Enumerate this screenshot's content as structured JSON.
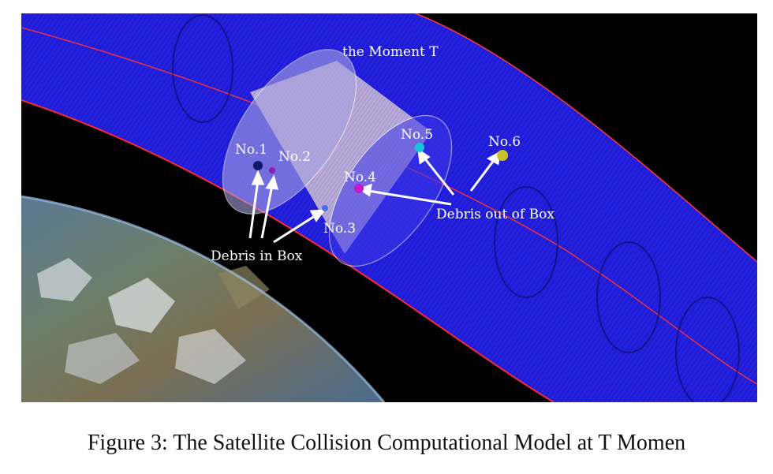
{
  "figure": {
    "top_label": "the Moment T",
    "debris": [
      {
        "id": "No.1",
        "label": "No.1",
        "color": "#0c1a6b",
        "in_box": true
      },
      {
        "id": "No.2",
        "label": "No.2",
        "color": "#8a1fb0",
        "in_box": true
      },
      {
        "id": "No.3",
        "label": "No.3",
        "color": "#4a6fe0",
        "in_box": true
      },
      {
        "id": "No.4",
        "label": "No.4",
        "color": "#c31bc8",
        "in_box": false
      },
      {
        "id": "No.5",
        "label": "No.5",
        "color": "#19c6d8",
        "in_box": false
      },
      {
        "id": "No.6",
        "label": "No.6",
        "color": "#c9c12a",
        "in_box": false
      }
    ],
    "group_in": "Debris in Box",
    "group_out": "Debris out of Box"
  },
  "caption": "Figure 3: The Satellite Collision Computational Model at T Momen"
}
